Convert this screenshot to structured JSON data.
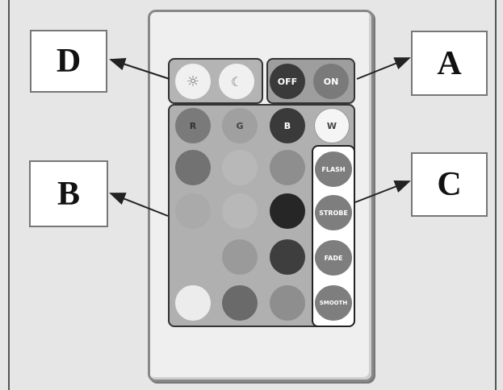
{
  "labels": {
    "a": "A",
    "b": "B",
    "c": "C",
    "d": "D"
  },
  "buttons": {
    "sun": "☼",
    "moon": "☾",
    "off": "OFF",
    "on": "ON",
    "r": "R",
    "g": "G",
    "b": "B",
    "w": "W",
    "flash": "FLASH",
    "strobe": "STROBE",
    "fade": "FADE",
    "smooth": "SMOOTH"
  }
}
